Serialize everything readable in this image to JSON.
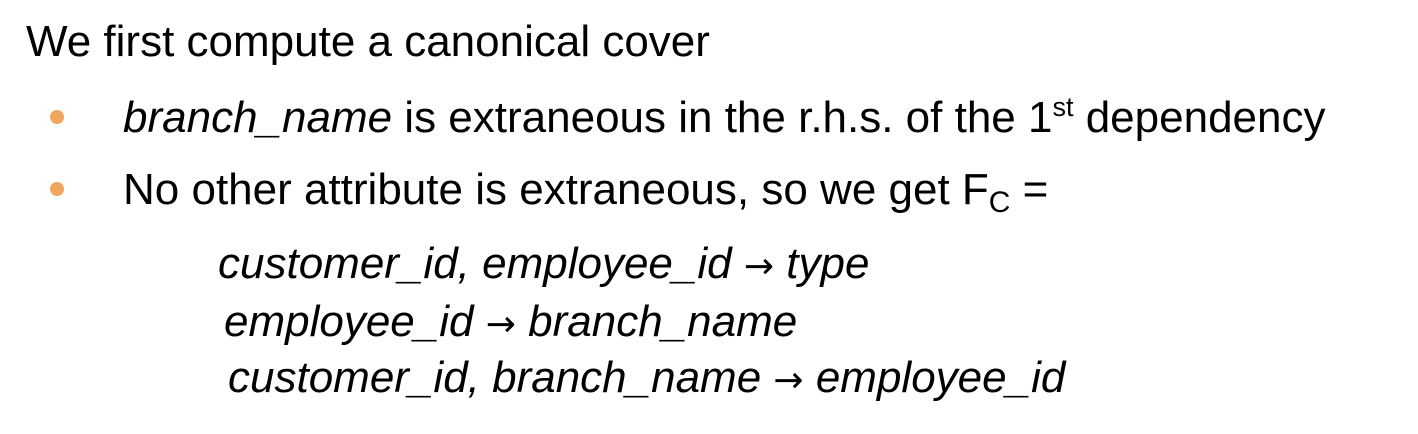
{
  "heading": "We first compute a canonical cover",
  "bullets": [
    {
      "italic_term": "branch_name",
      "text_before_sup": " is extraneous in the r.h.s. of the 1",
      "sup": "st",
      "text_after_sup": " dependency"
    },
    {
      "text": "No other attribute is extraneous, so we get F",
      "sub": "C",
      "text_after_sub": " ="
    }
  ],
  "dependencies": [
    {
      "lhs": "customer_id, employee_id",
      "arrow": "→",
      "rhs": "type"
    },
    {
      "lhs": "employee_id",
      "arrow": "→",
      "rhs": "branch_name"
    },
    {
      "lhs": "customer_id, branch_name",
      "arrow": "→",
      "rhs": "employee_id"
    }
  ],
  "colors": {
    "bullet": "#f2a55e",
    "text": "#000000"
  }
}
